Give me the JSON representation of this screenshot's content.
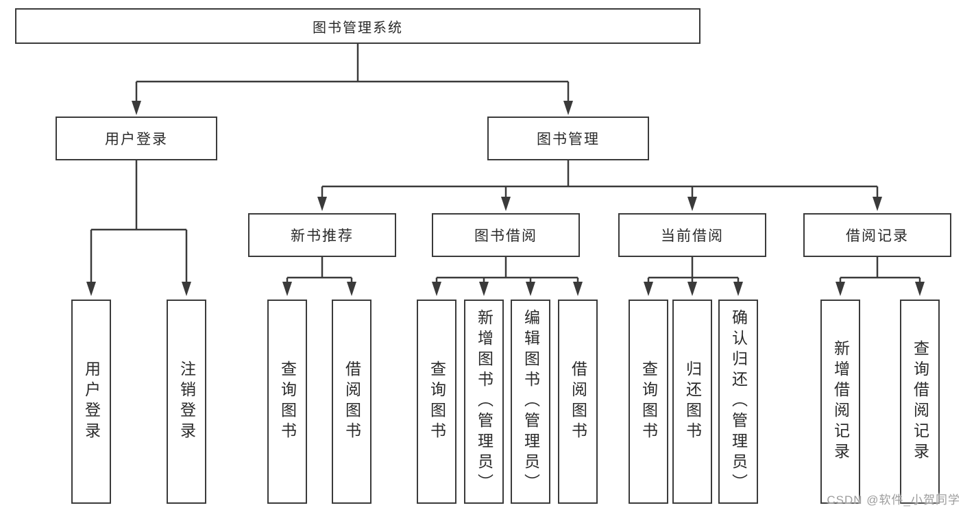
{
  "diagram": {
    "root": {
      "label": "图书管理系统"
    },
    "branches": [
      {
        "label": "用户登录",
        "children": [
          {
            "label": "用户登录"
          },
          {
            "label": "注销登录"
          }
        ]
      },
      {
        "label": "图书管理",
        "groups": [
          {
            "label": "新书推荐",
            "children": [
              {
                "label": "查询图书"
              },
              {
                "label": "借阅图书"
              }
            ]
          },
          {
            "label": "图书借阅",
            "children": [
              {
                "label": "查询图书"
              },
              {
                "label": "新增图书（管理员）"
              },
              {
                "label": "编辑图书（管理员）"
              },
              {
                "label": "借阅图书"
              }
            ]
          },
          {
            "label": "当前借阅",
            "children": [
              {
                "label": "查询图书"
              },
              {
                "label": "归还图书"
              },
              {
                "label": "确认归还（管理员）"
              }
            ]
          },
          {
            "label": "借阅记录",
            "children": [
              {
                "label": "新增借阅记录"
              },
              {
                "label": "查询借阅记录"
              }
            ]
          }
        ]
      }
    ]
  },
  "watermark": {
    "text": "CSDN @软件_小贺同学"
  },
  "colors": {
    "line": "#3a3a3a",
    "text": "#2a2a2a",
    "watermark": "#9c9c9c",
    "bg": "#ffffff"
  }
}
